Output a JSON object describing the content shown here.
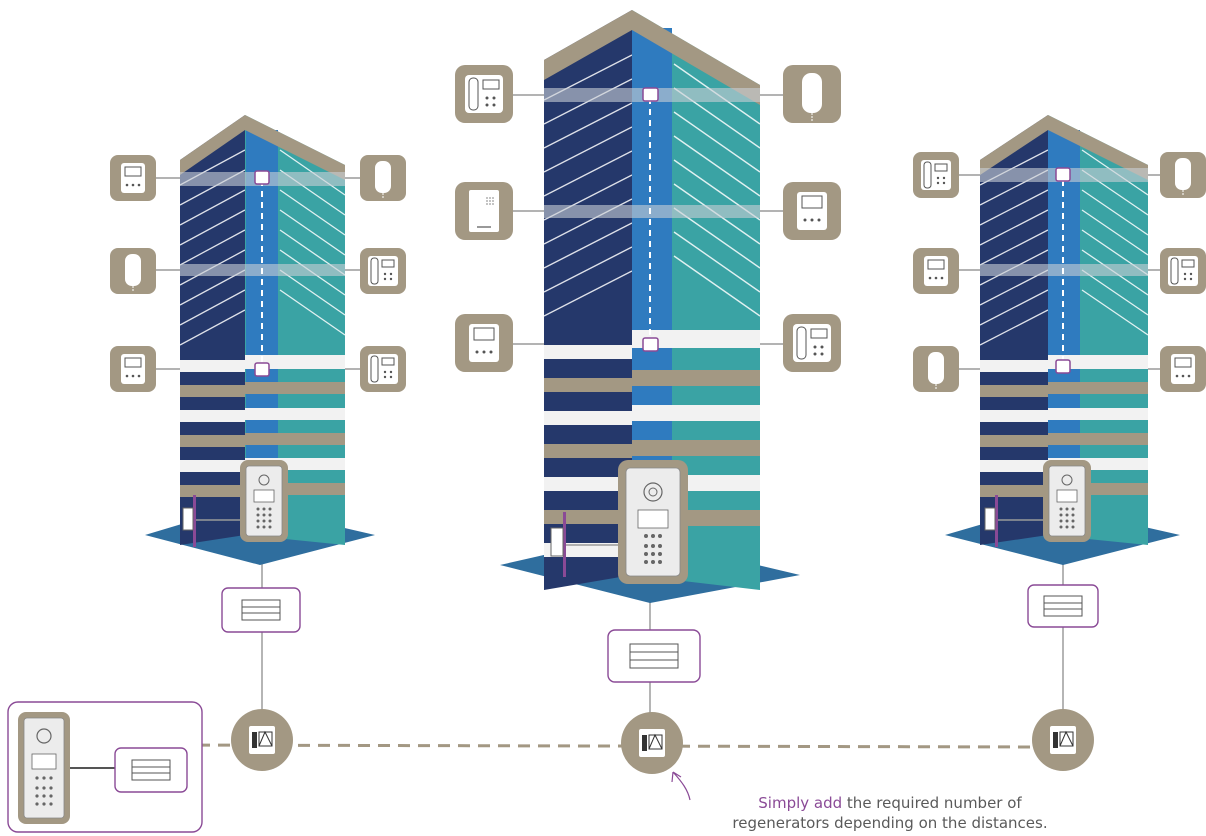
{
  "diagram": {
    "caption": {
      "highlight": "Simply add",
      "rest_line1": " the required number of",
      "line2": "regenerators depending on the distances."
    },
    "colors": {
      "tan": "#a39883",
      "navy": "#25386b",
      "navy_dark": "#1c2c57",
      "blue": "#2f7bbf",
      "light_blue": "#3a8fd0",
      "teal": "#3aa3a4",
      "purple": "#8a4a96",
      "connector": "#a39883",
      "ground": "#2f6e9e"
    },
    "icons": {
      "device_types": [
        "video-monitor-icon",
        "handset-icon",
        "handset-monitor-icon",
        "audio-unit-icon"
      ],
      "power_supply": "power-supply-icon",
      "regenerator": "regenerator-icon",
      "entrance_panel": "entrance-panel-icon",
      "door_lock": "door-lock-icon"
    }
  }
}
